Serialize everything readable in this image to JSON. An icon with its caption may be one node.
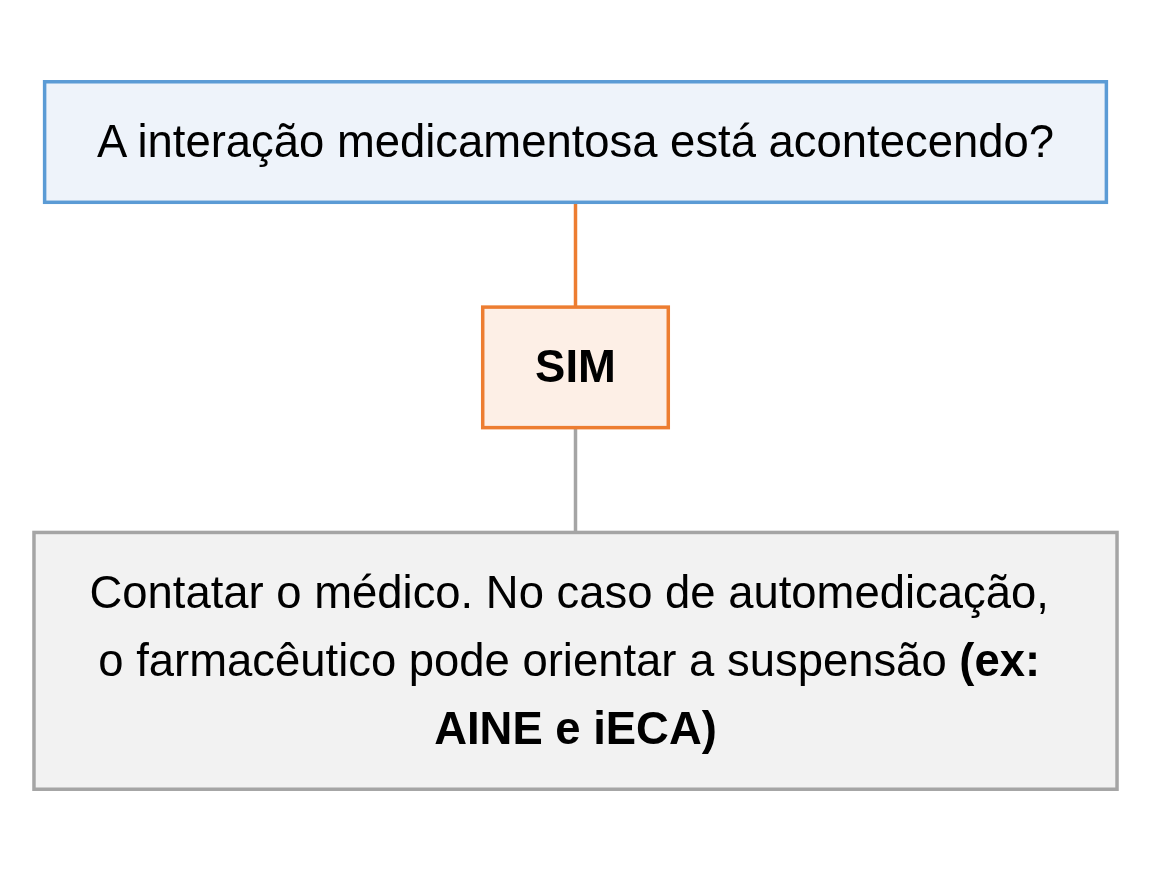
{
  "diagram": {
    "nodes": [
      {
        "text": [
          "A interação medicamentosa está acontecendo?"
        ]
      },
      {
        "text": [
          "SIM"
        ]
      },
      {
        "text": [
          "Contatar o médico. No caso de automedicação, o farmacêutico pode orientar a suspensão **(ex: AINE e iECA)**"
        ]
      }
    ],
    "edges": [
      {
        "from": 0,
        "to": 1,
        "arrow": "none",
        "color": "#ed7d31"
      },
      {
        "from": 1,
        "to": 2,
        "arrow": "none",
        "color": "#a5a5a5"
      }
    ]
  }
}
